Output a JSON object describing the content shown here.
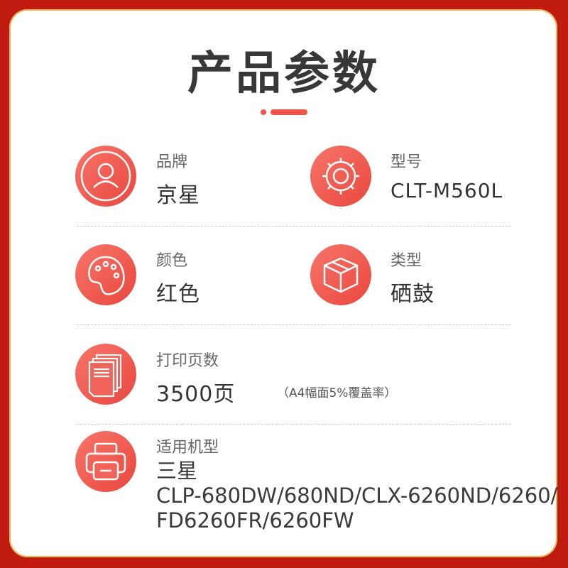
{
  "title": "产品参数",
  "params": [
    {
      "label": "品牌",
      "value": "京星",
      "icon": "user-icon"
    },
    {
      "label": "型号",
      "value": "CLT-M560L",
      "icon": "gear-icon"
    },
    {
      "label": "颜色",
      "value": "红色",
      "icon": "palette-icon"
    },
    {
      "label": "类型",
      "value": "硒鼓",
      "icon": "box-icon"
    },
    {
      "label": "打印页数",
      "value": "3500页",
      "note": "（A4幅面5%覆盖率）",
      "icon": "pages-icon"
    },
    {
      "label": "适用机型",
      "value": "三星",
      "models": [
        "CLP-680DW/680ND/CLX-6260ND/6260/",
        "FD6260FR/6260FW"
      ],
      "icon": "printer-icon"
    }
  ],
  "colors": {
    "accent": "#f0554a",
    "border": "#c11a10"
  }
}
